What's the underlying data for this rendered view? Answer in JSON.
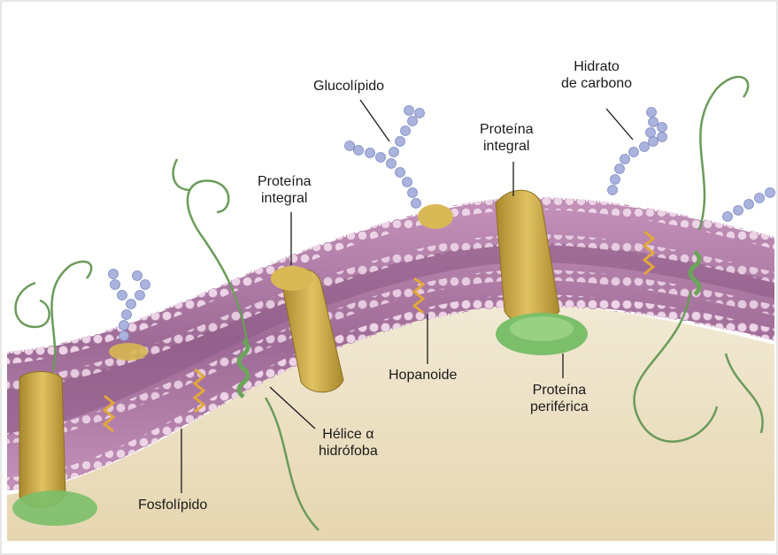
{
  "labels": {
    "glucolipido": "Glucolípido",
    "hidrato_line1": "Hidrato",
    "hidrato_line2": "de carbono",
    "prot_integral_right_line1": "Proteína",
    "prot_integral_right_line2": "integral",
    "prot_integral_left_line1": "Proteína",
    "prot_integral_left_line2": "integral",
    "hopanoide": "Hopanoide",
    "prot_periferica_line1": "Proteína",
    "prot_periferica_line2": "periférica",
    "helice_line1": "Hélice α",
    "helice_line2": "hidrófoba",
    "fosfolipido": "Fosfolípido"
  },
  "colors": {
    "membrane": "#b07aa6",
    "lipid_head": "#e6c8df",
    "cytoplasm": "#efe3c7",
    "protein": "#c9a84a",
    "peripheral": "#7bbf6a",
    "helix": "#7ea86a",
    "sugar": "#a9b3dd",
    "hopanoid": "#e2a83a"
  }
}
